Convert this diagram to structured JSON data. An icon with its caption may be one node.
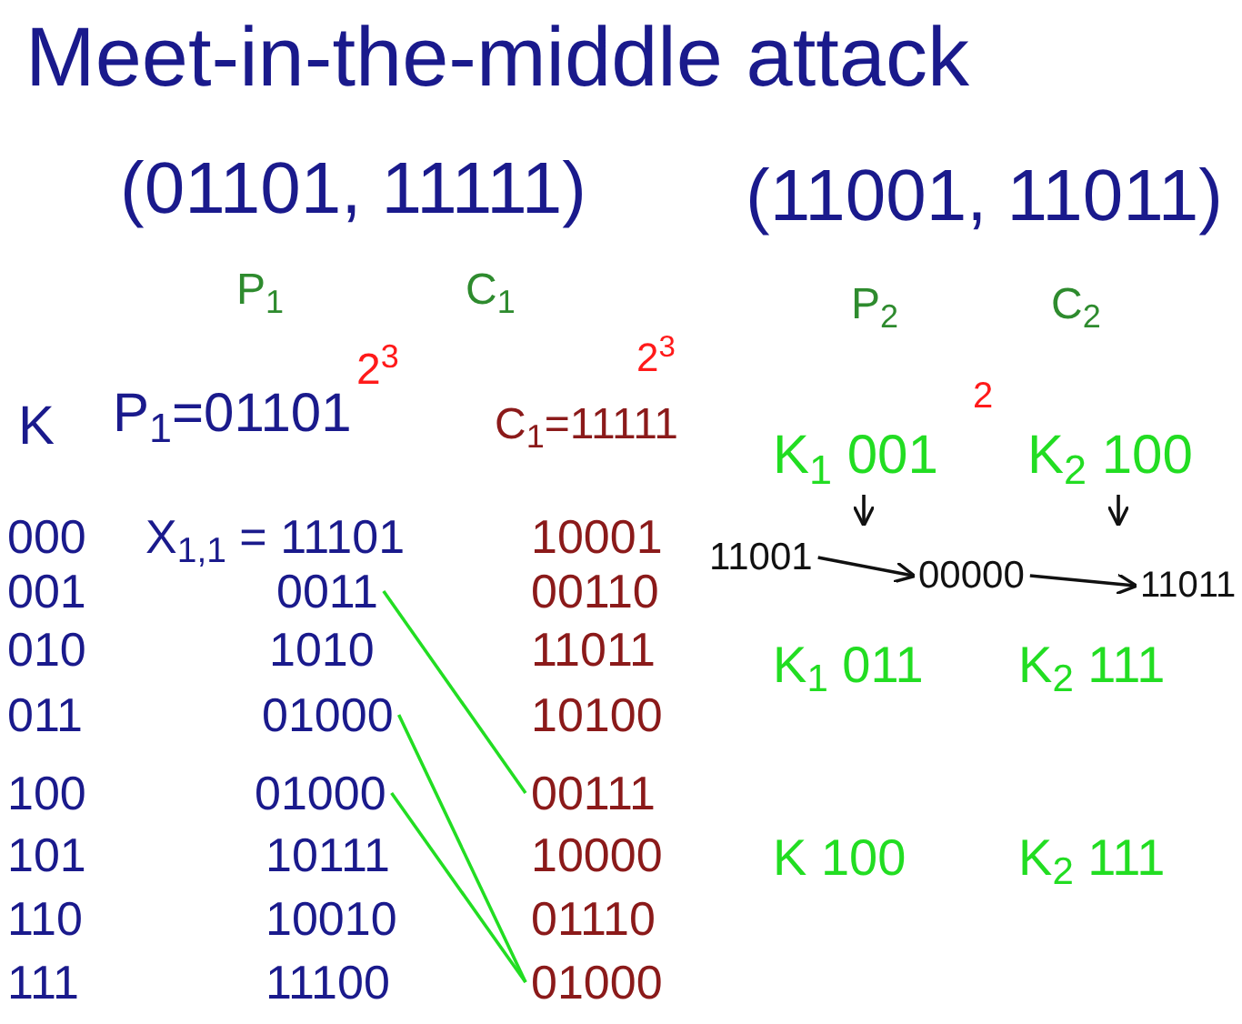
{
  "diagram": {
    "title": "Meet-in-the-middle attack",
    "nodes": [
      {
        "text": [
          "X$_{1,1}$ = 11101"
        ]
      },
      {
        "text": [
          "0011"
        ]
      },
      {
        "text": [
          "1010"
        ]
      },
      {
        "text": [
          "01000"
        ]
      },
      {
        "text": [
          "01000"
        ]
      },
      {
        "text": [
          "10111"
        ]
      },
      {
        "text": [
          "10010"
        ]
      },
      {
        "text": [
          "11100"
        ]
      },
      {
        "text": [
          "10001"
        ]
      },
      {
        "text": [
          "00110"
        ]
      },
      {
        "text": [
          "11011"
        ]
      },
      {
        "text": [
          "10100"
        ]
      },
      {
        "text": [
          "00111"
        ]
      },
      {
        "text": [
          "10000"
        ]
      },
      {
        "text": [
          "01110"
        ]
      },
      {
        "text": [
          "01000"
        ]
      },
      {
        "text": [
          "K$_{1}$ 001"
        ]
      },
      {
        "text": [
          "K$_{2}$ 100"
        ]
      },
      {
        "text": [
          "11001"
        ]
      },
      {
        "text": [
          "00000"
        ]
      },
      {
        "text": [
          "11011"
        ]
      }
    ],
    "edges": [
      {
        "from": 1,
        "to": 12,
        "arrow": "none",
        "color": "#22dd22"
      },
      {
        "from": 3,
        "to": 15,
        "arrow": "none",
        "color": "#22dd22"
      },
      {
        "from": 4,
        "to": 15,
        "arrow": "none",
        "color": "#22dd22"
      },
      {
        "from": 16,
        "to": null,
        "arrow": "to"
      },
      {
        "from": 17,
        "to": null,
        "arrow": "to"
      },
      {
        "from": 18,
        "to": 19,
        "arrow": "to"
      },
      {
        "from": 19,
        "to": 20,
        "arrow": "to"
      }
    ],
    "labels": [
      "(01101, 11111)",
      "(11001, 11011)",
      "P$_{1}$",
      "C$_{1}$",
      "P$_{2}$",
      "C$_{2}$",
      "2$^{3}$",
      "2$^{3}$",
      "K",
      "P$_{1}$=01101",
      "C$_{1}$=11111",
      "2",
      "000",
      "001",
      "010",
      "011",
      "100",
      "101",
      "110",
      "111",
      "K$_{1}$ 011",
      "K$_{2}$ 111",
      "K 100",
      "K$_{2}$ 111"
    ]
  }
}
